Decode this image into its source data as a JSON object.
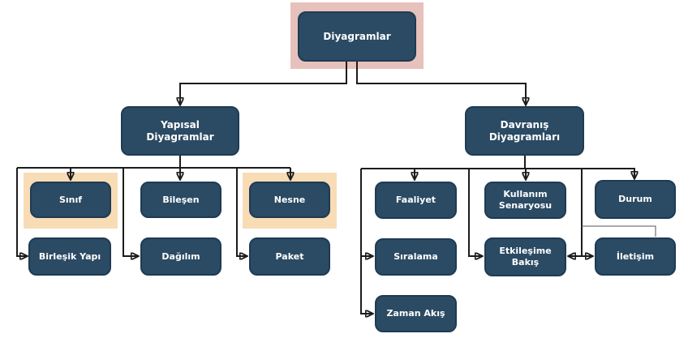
{
  "diagram": {
    "type": "hierarchy-flowchart",
    "language": "Turkish",
    "nodes": {
      "root": {
        "label": "Diyagramlar",
        "highlighted": "pink"
      },
      "structural": {
        "label": "Yapısal Diyagramlar"
      },
      "behavioral": {
        "label": "Davranış Diyagramları"
      },
      "sinif": {
        "label": "Sınıf",
        "highlighted": "orange"
      },
      "bilesen": {
        "label": "Bileşen"
      },
      "nesne": {
        "label": "Nesne",
        "highlighted": "orange"
      },
      "birlesik_yapi": {
        "label": "Birleşik Yapı"
      },
      "dagilim": {
        "label": "Dağılım"
      },
      "paket": {
        "label": "Paket"
      },
      "faaliyet": {
        "label": "Faaliyet"
      },
      "kullanim_senaryosu": {
        "label": "Kullanım Senaryosu"
      },
      "durum": {
        "label": "Durum"
      },
      "siralama": {
        "label": "Sıralama"
      },
      "etkilesime_bakis": {
        "label": "Etkileşime Bakış"
      },
      "iletisim": {
        "label": "İletişim"
      },
      "zaman_akis": {
        "label": "Zaman Akış"
      }
    },
    "edges": [
      [
        "root",
        "structural"
      ],
      [
        "root",
        "behavioral"
      ],
      [
        "structural",
        "sinif"
      ],
      [
        "structural",
        "bilesen"
      ],
      [
        "structural",
        "nesne"
      ],
      [
        "structural",
        "birlesik_yapi"
      ],
      [
        "structural",
        "dagilim"
      ],
      [
        "structural",
        "paket"
      ],
      [
        "behavioral",
        "faaliyet"
      ],
      [
        "behavioral",
        "kullanim_senaryosu"
      ],
      [
        "behavioral",
        "durum"
      ],
      [
        "behavioral",
        "siralama"
      ],
      [
        "behavioral",
        "etkilesime_bakis"
      ],
      [
        "behavioral",
        "iletisim"
      ],
      [
        "behavioral",
        "zaman_akis"
      ]
    ],
    "colors": {
      "node_fill": "#2b4a63",
      "node_border": "#1f3b53",
      "highlight_pink": "#e7c1bb",
      "highlight_orange": "#f8dcb6",
      "connector": "#1c1c1c",
      "thin_connector": "#555555",
      "label_text": "#ffffff",
      "background": "#ffffff"
    }
  }
}
